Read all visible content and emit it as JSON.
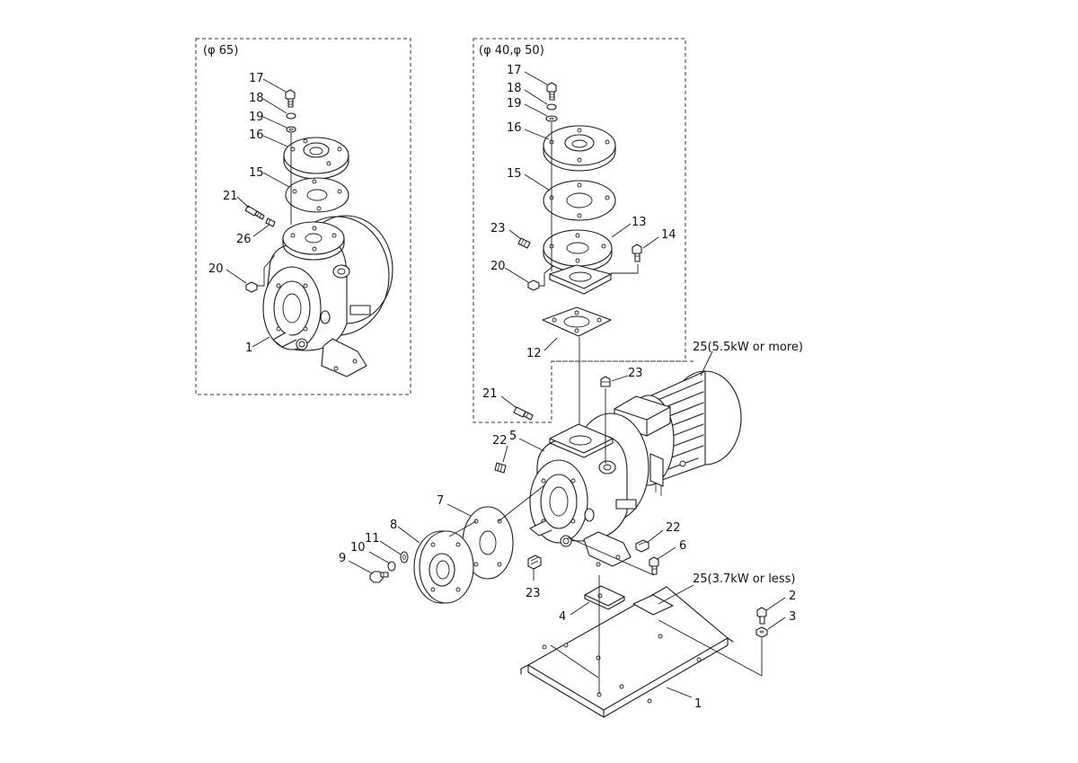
{
  "detail_boxes": {
    "phi65": "(φ 65)",
    "phi40_50": "(φ 40,φ 50)"
  },
  "labels": {
    "l1_left": "1",
    "l15_left": "15",
    "l16_left": "16",
    "l17_left": "17",
    "l18_left": "18",
    "l19_left": "19",
    "l20_left": "20",
    "l21_left": "21",
    "l26_left": "26",
    "l12": "12",
    "l13": "13",
    "l14": "14",
    "l15_mid": "15",
    "l16_mid": "16",
    "l17_mid": "17",
    "l18_mid": "18",
    "l19_mid": "19",
    "l20_mid": "20",
    "l21_mid": "21",
    "l23_mid": "23",
    "l1_main": "1",
    "l2": "2",
    "l3": "3",
    "l4": "4",
    "l5": "5",
    "l6": "6",
    "l7": "7",
    "l8": "8",
    "l9": "9",
    "l10": "10",
    "l11": "11",
    "l22_top": "22",
    "l22_right": "22",
    "l23_top": "23",
    "l23_bottom": "23",
    "l25_large": "25(5.5kW or more)",
    "l25_small": "25(3.7kW or less)"
  },
  "colors": {
    "ink": "#1a1a1a",
    "background": "#ffffff"
  }
}
